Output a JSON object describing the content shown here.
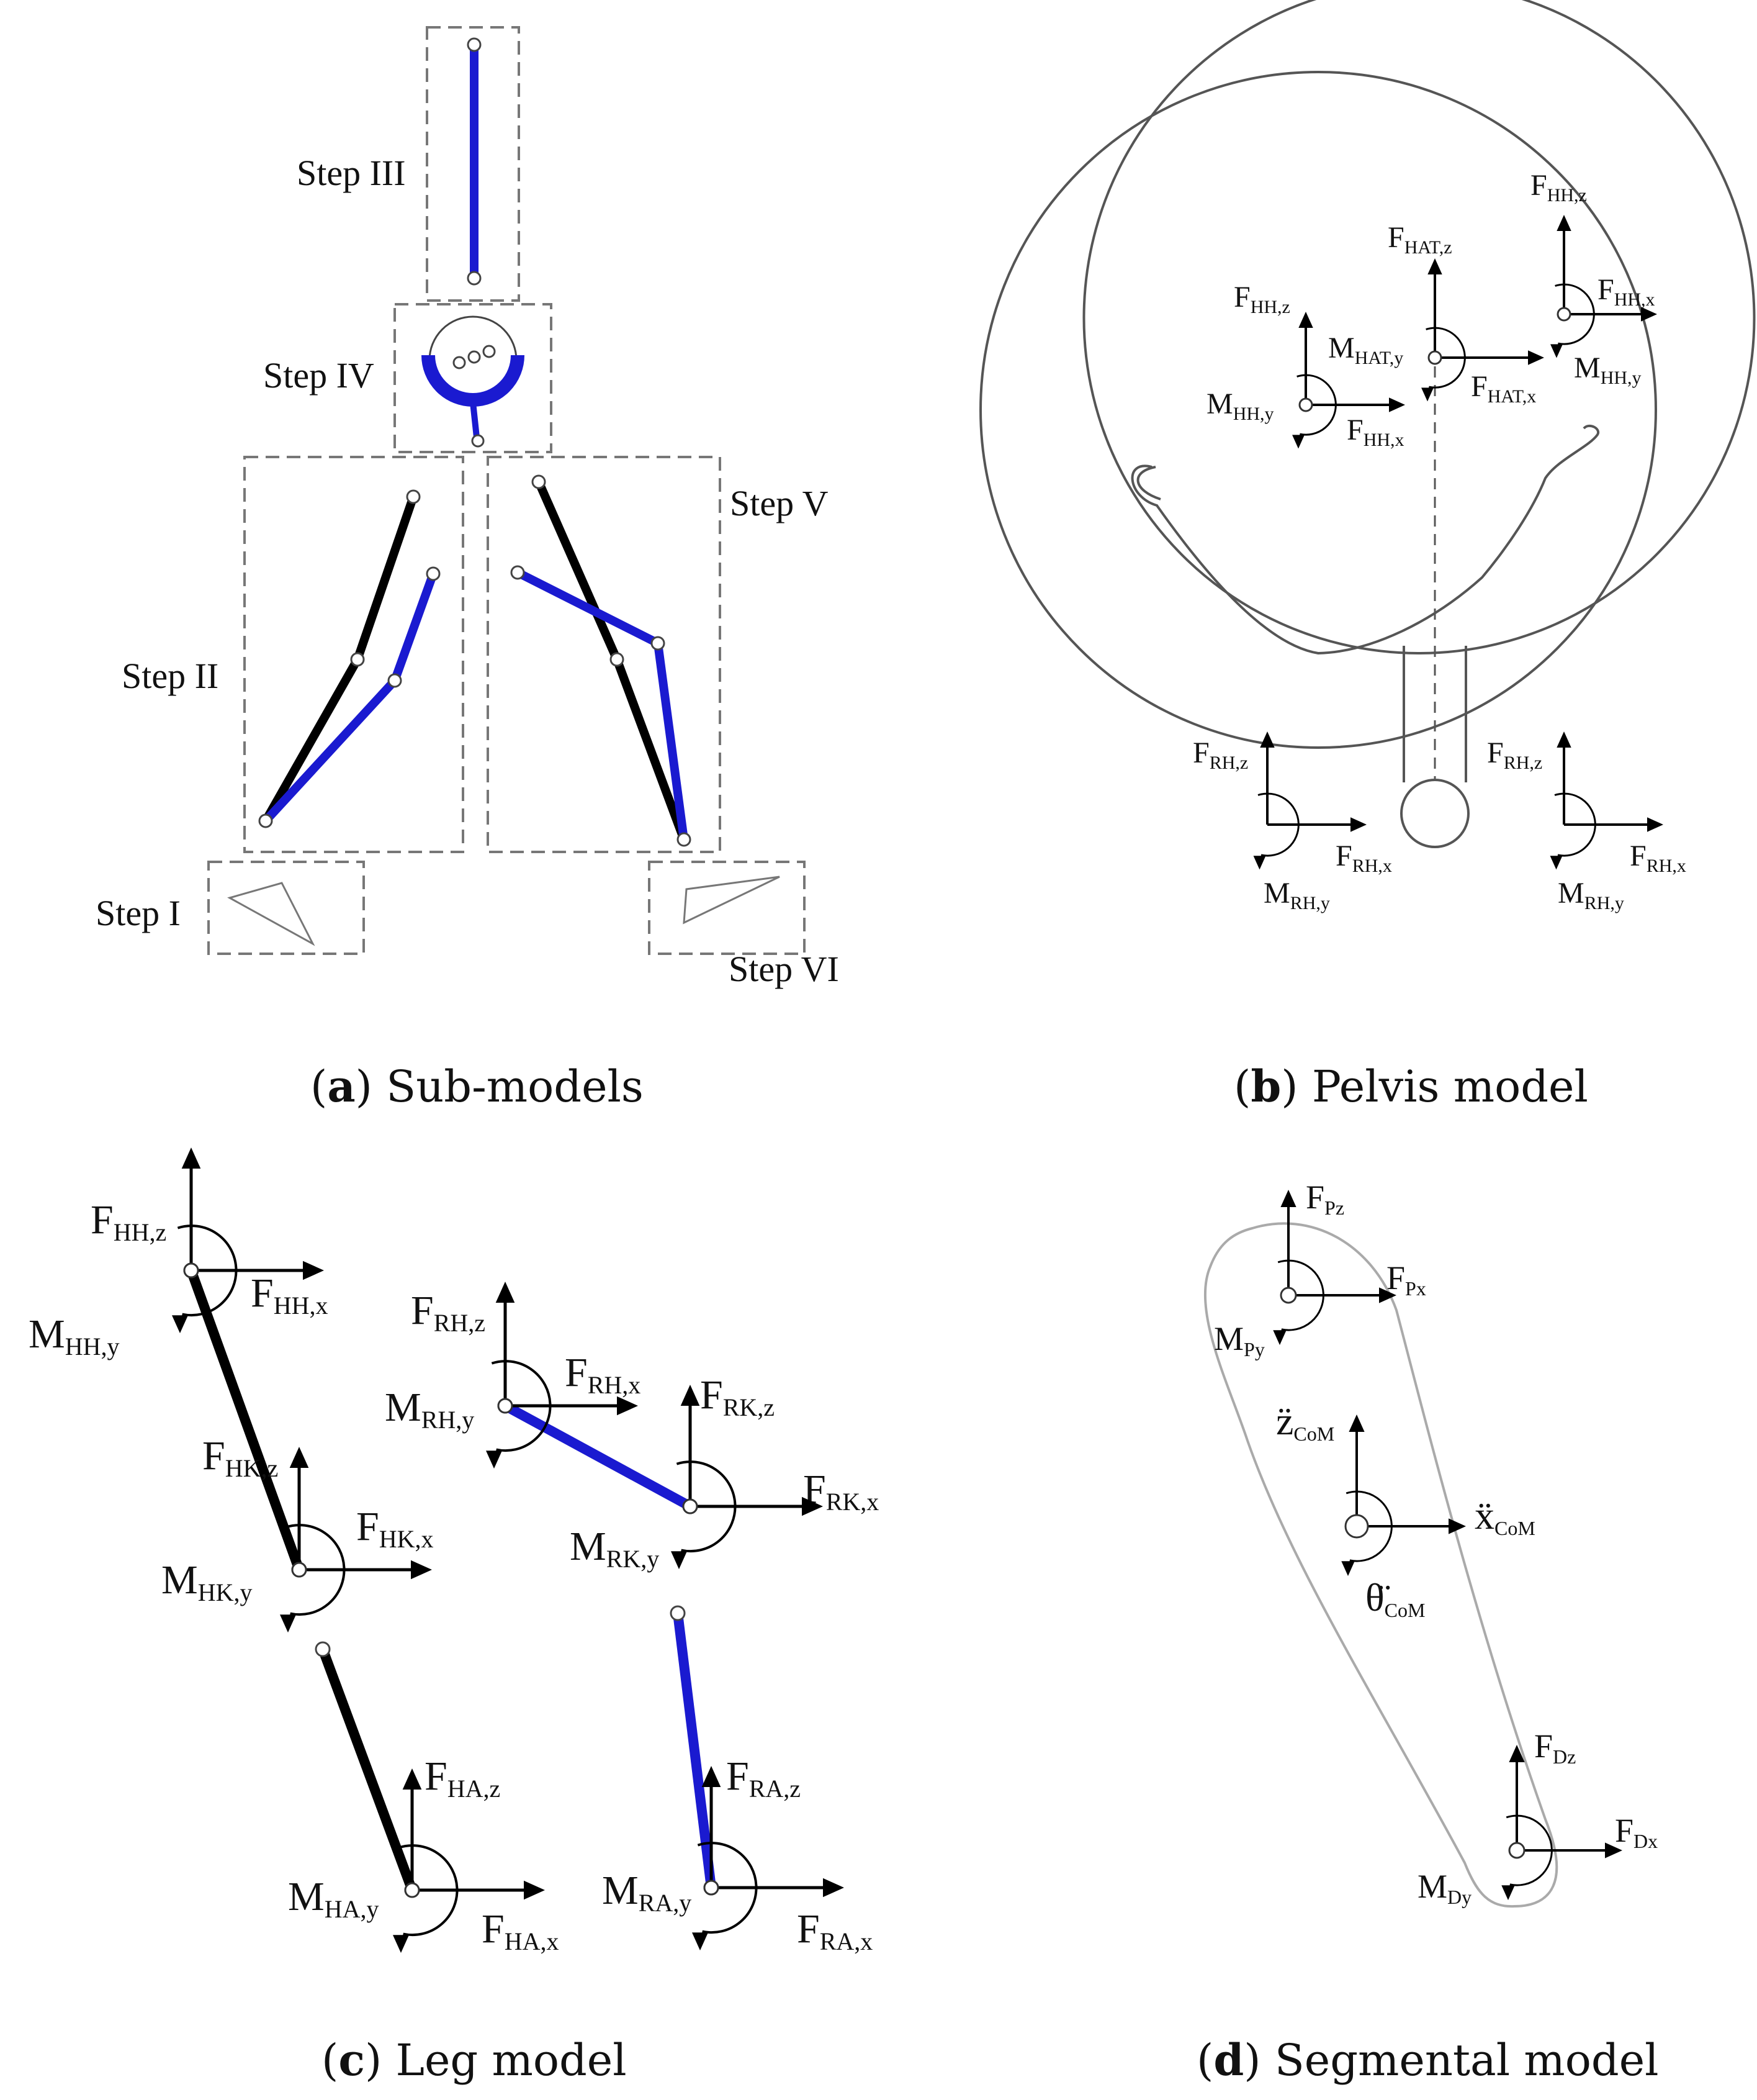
{
  "captions": {
    "a": {
      "letter": "a",
      "text": "Sub-models"
    },
    "b": {
      "letter": "b",
      "text": "Pelvis model"
    },
    "c": {
      "letter": "c",
      "text": "Leg model"
    },
    "d": {
      "letter": "d",
      "text": "Segmental model"
    }
  },
  "steps": {
    "s1": "Step I",
    "s2": "Step II",
    "s3": "Step III",
    "s4": "Step IV",
    "s5": "Step V",
    "s6": "Step VI"
  },
  "pelvis": {
    "hh_l": {
      "fz": [
        "F",
        "HH,z"
      ],
      "fx": [
        "F",
        "HH,x"
      ],
      "m": [
        "M",
        "HH,y"
      ]
    },
    "hat": {
      "fz": [
        "F",
        "HAT,z"
      ],
      "fx": [
        "F",
        "HAT,x"
      ],
      "m": [
        "M",
        "HAT,y"
      ]
    },
    "hh_r": {
      "fz": [
        "F",
        "HH,z"
      ],
      "fx": [
        "F",
        "HH,x"
      ],
      "m": [
        "M",
        "HH,y"
      ]
    },
    "rh_l": {
      "fz": [
        "F",
        "RH,z"
      ],
      "fx": [
        "F",
        "RH,x"
      ],
      "m": [
        "M",
        "RH,y"
      ]
    },
    "rh_r": {
      "fz": [
        "F",
        "RH,z"
      ],
      "fx": [
        "F",
        "RH,x"
      ],
      "m": [
        "M",
        "RH,y"
      ]
    }
  },
  "leg": {
    "hh": {
      "fz": [
        "F",
        "HH,z"
      ],
      "fx": [
        "F",
        "HH,x"
      ],
      "m": [
        "M",
        "HH,y"
      ]
    },
    "hk": {
      "fz": [
        "F",
        "HK,z"
      ],
      "fx": [
        "F",
        "HK,x"
      ],
      "m": [
        "M",
        "HK,y"
      ]
    },
    "ha": {
      "fz": [
        "F",
        "HA,z"
      ],
      "fx": [
        "F",
        "HA,x"
      ],
      "m": [
        "M",
        "HA,y"
      ]
    },
    "rh": {
      "fz": [
        "F",
        "RH,z"
      ],
      "fx": [
        "F",
        "RH,x"
      ],
      "m": [
        "M",
        "RH,y"
      ]
    },
    "rk": {
      "fz": [
        "F",
        "RK,z"
      ],
      "fx": [
        "F",
        "RK,x"
      ],
      "m": [
        "M",
        "RK,y"
      ]
    },
    "ra": {
      "fz": [
        "F",
        "RA,z"
      ],
      "fx": [
        "F",
        "RA,x"
      ],
      "m": [
        "M",
        "RA,y"
      ]
    }
  },
  "segmental": {
    "proximal": {
      "fz": [
        "F",
        "Pz"
      ],
      "fx": [
        "F",
        "Px"
      ],
      "m": [
        "M",
        "Py"
      ]
    },
    "com": {
      "zdd": [
        "z̈",
        "CoM"
      ],
      "xdd": [
        "ẍ",
        "CoM"
      ],
      "thdd": [
        "θ̈",
        "CoM"
      ]
    },
    "distal": {
      "fz": [
        "F",
        "Dz"
      ],
      "fx": [
        "F",
        "Dx"
      ],
      "m": [
        "M",
        "Dy"
      ]
    }
  },
  "colors": {
    "blue": "#1a1ad0",
    "black": "#000000",
    "gray": "#888888"
  }
}
